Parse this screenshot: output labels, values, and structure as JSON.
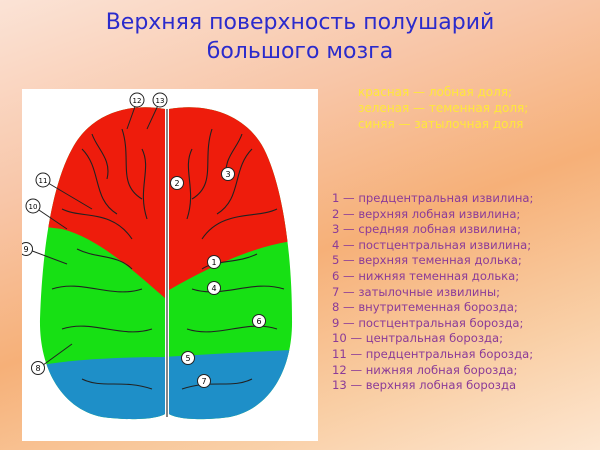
{
  "title_lines": [
    "Верхняя поверхность полушарий",
    "большого мозга"
  ],
  "color_legend": [
    "красная — лобная доля;",
    "зеленая — теменная доля;",
    "синяя — затылочная доля"
  ],
  "numbered_legend": [
    "1 — предцентральная извилина;",
    "2 — верхняя лобная извилина;",
    "3 — средняя лобная извилина;",
    "4 — постцентральная извилина;",
    "5 — верхняя теменная долька;",
    "6 — нижняя теменная долька;",
    "7 — затылочные извилины;",
    "8 — внутритеменная борозда;",
    "9 — постцентральная борозда;",
    "10 — центральная борозда;",
    "11 — предцентральная борозда;",
    "12 — нижняя лобная борозда;",
    "13 — верхняя лобная борозда"
  ],
  "markers": [
    "1",
    "2",
    "3",
    "4",
    "5",
    "6",
    "7",
    "8",
    "9",
    "10",
    "11",
    "12",
    "13"
  ],
  "colors": {
    "frontal": "#ee1c0c",
    "parietal": "#17e014",
    "occipital": "#1e8fc8",
    "title": "#2b2bcc",
    "legend_text": "#8b3b98",
    "color_legend_text": "#ffe83a"
  }
}
